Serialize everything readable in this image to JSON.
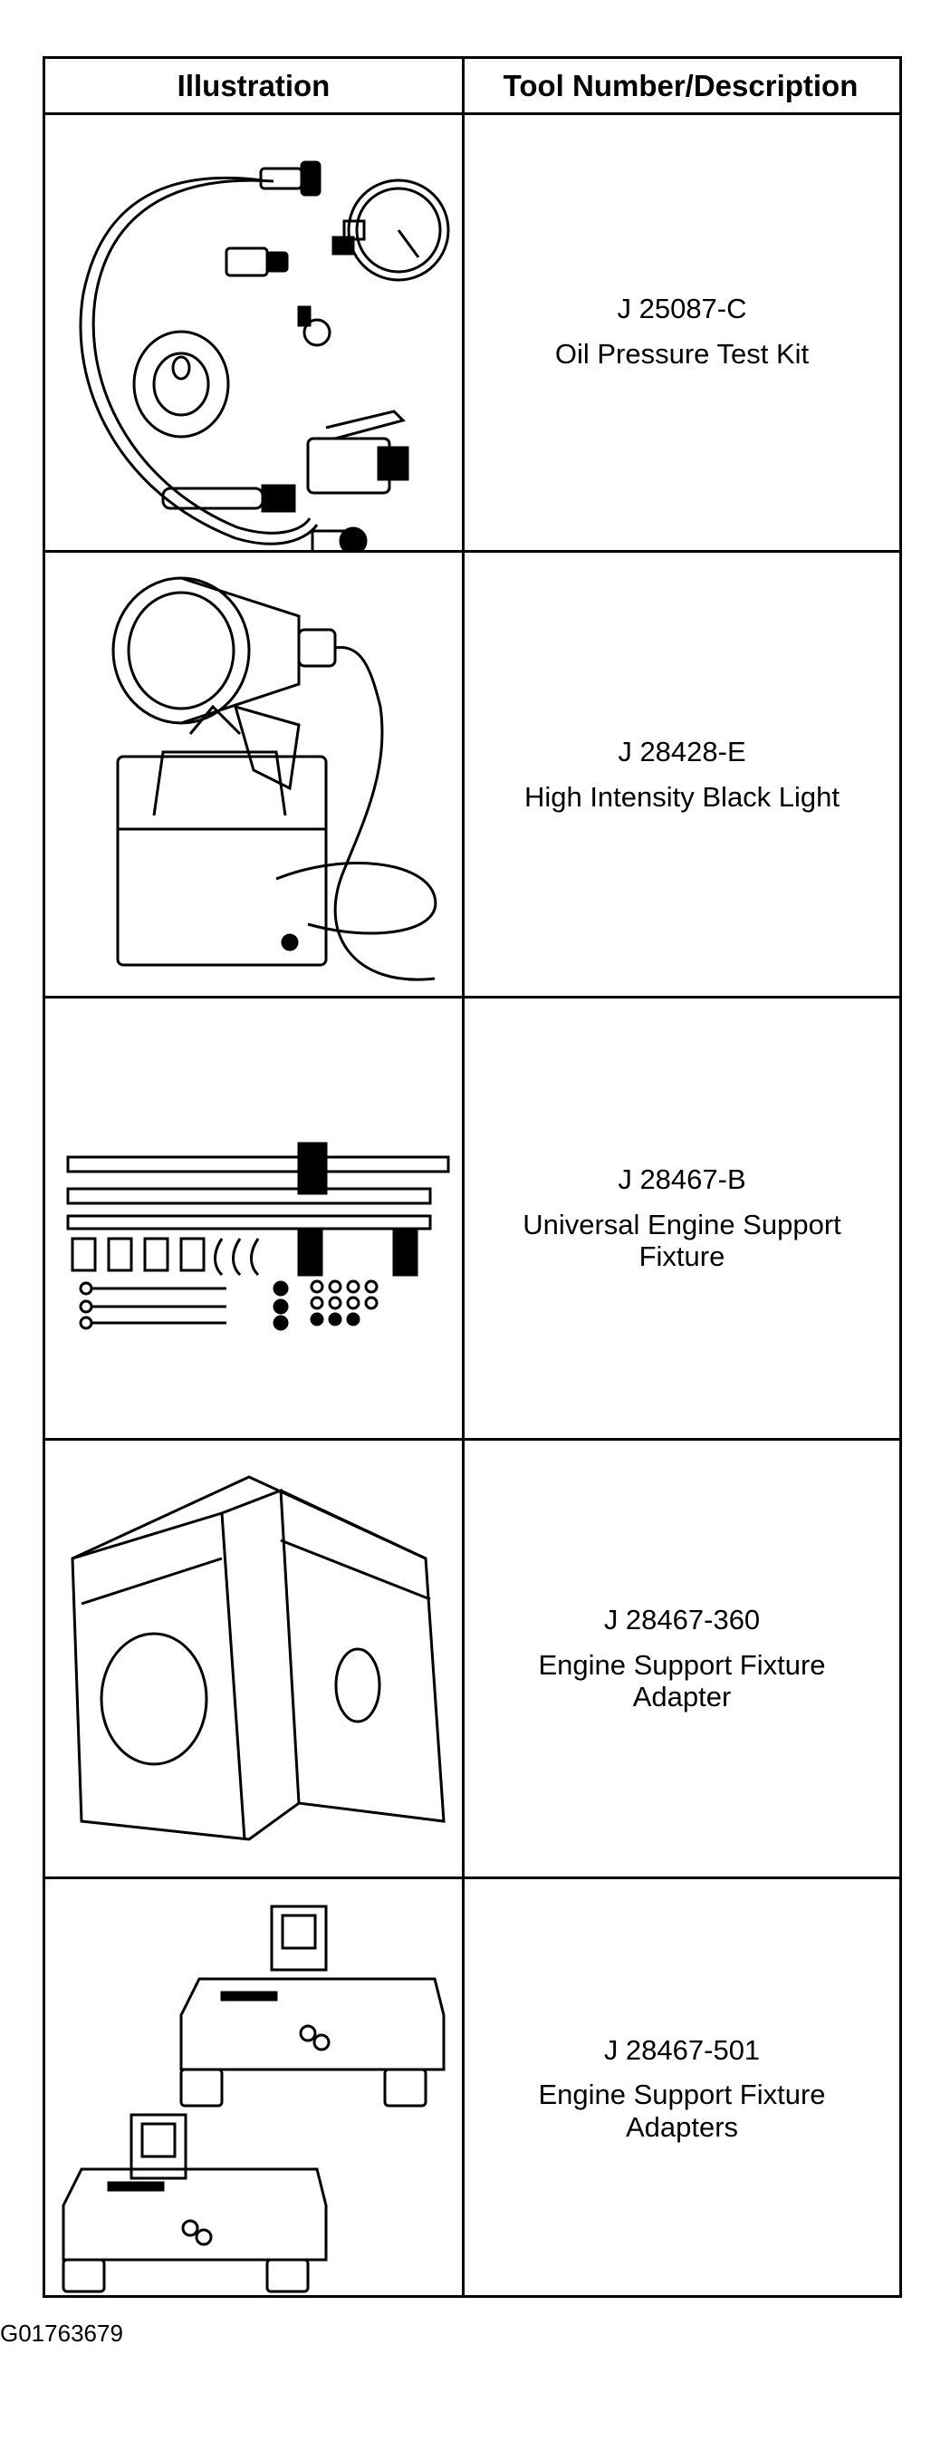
{
  "table": {
    "header_illustration": "Illustration",
    "header_tool": "Tool Number/Description",
    "rows": [
      {
        "number": "J 25087-C",
        "description": "Oil Pressure Test Kit"
      },
      {
        "number": "J 28428-E",
        "description": "High Intensity Black Light"
      },
      {
        "number": "J 28467-B",
        "description": "Universal Engine Support\nFixture"
      },
      {
        "number": "J 28467-360",
        "description": "Engine Support Fixture\nAdapter"
      },
      {
        "number": "J 28467-501",
        "description": "Engine Support Fixture\nAdapters"
      }
    ]
  },
  "footer": {
    "code": "G01763679"
  }
}
